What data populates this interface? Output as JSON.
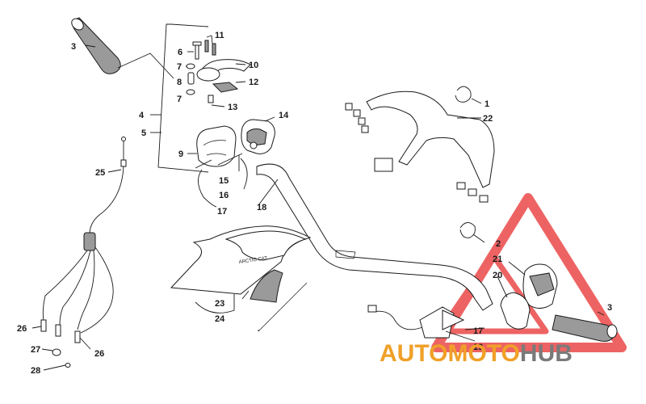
{
  "watermark": {
    "brand_part1": "AUTO",
    "brand_part2": "MOTO",
    "brand_part3": "HUB",
    "color_primary": "#f0a028",
    "color_secondary": "#7a7a7a",
    "color_logo": "#e83030"
  },
  "callouts": {
    "c1": "1",
    "c2": "2",
    "c3_left": "3",
    "c3_right": "3",
    "c4": "4",
    "c5": "5",
    "c6": "6",
    "c7_top": "7",
    "c7_bottom": "7",
    "c8": "8",
    "c9": "9",
    "c10": "10",
    "c11": "11",
    "c12": "12",
    "c13": "13",
    "c14": "14",
    "c15": "15",
    "c16": "16",
    "c17_left": "17",
    "c17_right": "17",
    "c18": "18",
    "c19": "19",
    "c20": "20",
    "c21": "21",
    "c22": "22",
    "c23": "23",
    "c24": "24",
    "c25": "25",
    "c26_left": "26",
    "c26_right": "26",
    "c27": "27",
    "c28": "28"
  }
}
